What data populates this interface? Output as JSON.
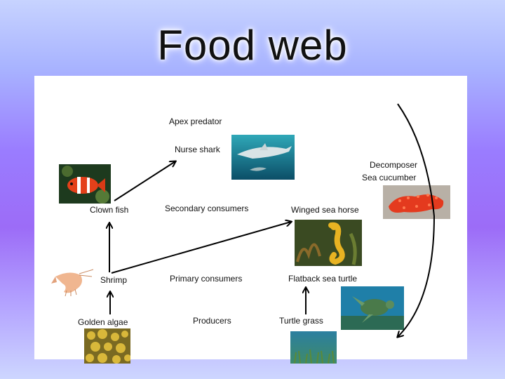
{
  "slide": {
    "title": "Food web"
  },
  "labels": {
    "apex_predator": "Apex predator",
    "nurse_shark": "Nurse shark",
    "decomposer": "Decomposer",
    "sea_cucumber": "Sea cucumber",
    "clown_fish": "Clown fish",
    "secondary_consumers": "Secondary consumers",
    "winged_sea_horse": "Winged sea horse",
    "shrimp": "Shrimp",
    "primary_consumers": "Primary consumers",
    "flatback_sea_turtle": "Flatback sea turtle",
    "golden_algae": "Golden algae",
    "producers": "Producers",
    "turtle_grass": "Turtle grass"
  },
  "colors": {
    "background_top": "#c7d3ff",
    "background_mid": "#9a7cff",
    "panel": "#ffffff",
    "arrow": "#000000"
  }
}
